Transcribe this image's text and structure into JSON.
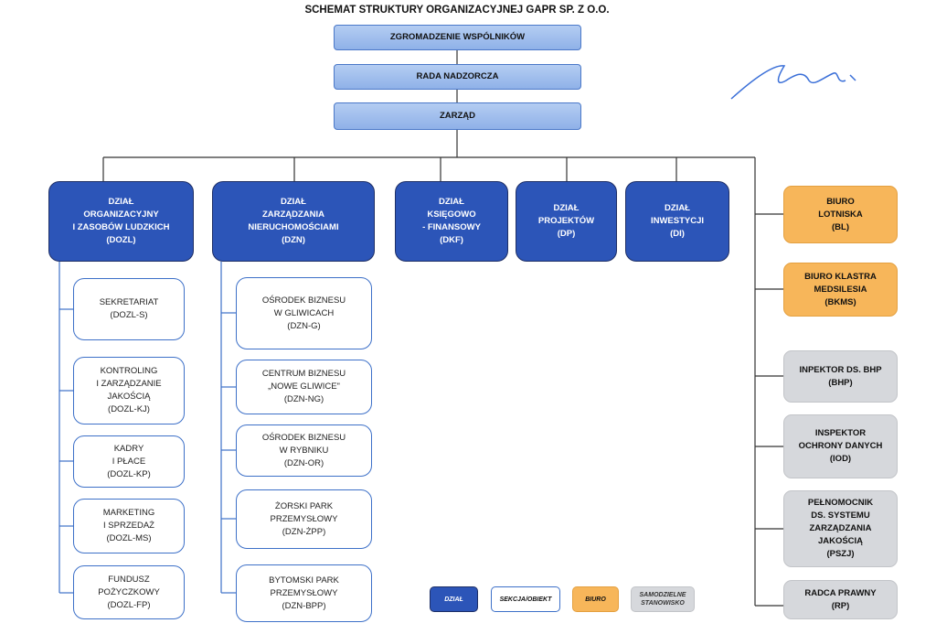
{
  "title": "SCHEMAT STRUKTURY ORGANIZACYJNEJ GAPR SP. Z O.O.",
  "top": [
    "ZGROMADZENIE WSPÓLNIKÓW",
    "RADA NADZORCZA",
    "ZARZĄD"
  ],
  "dzialy": [
    "DZIAŁ\nORGANIZACYJNY\nI ZASOBÓW LUDZKICH\n(DOZL)",
    "DZIAŁ\nZARZĄDZANIA\nNIERUCHOMOŚCIAMI\n(DZN)",
    "DZIAŁ\nKSIĘGOWO\n- FINANSOWY\n(DKF)",
    "DZIAŁ\nPROJEKTÓW\n(DP)",
    "DZIAŁ\nINWESTYCJI\n(DI)"
  ],
  "dozl_sekcje": [
    "SEKRETARIAT\n(DOZL-S)",
    "KONTROLING\nI ZARZĄDZANIE\nJAKOŚCIĄ\n(DOZL-KJ)",
    "KADRY\nI PŁACE\n(DOZL-KP)",
    "MARKETING\nI SPRZEDAŻ\n(DOZL-MS)",
    "FUNDUSZ\nPOŻYCZKOWY\n(DOZL-FP)"
  ],
  "dzn_sekcje": [
    "OŚRODEK BIZNESU\nW GLIWICACH\n(DZN-G)",
    "CENTRUM BIZNESU\n„NOWE GLIWICE\"\n(DZN-NG)",
    "OŚRODEK BIZNESU\nW RYBNIKU\n(DZN-OR)",
    "ŻORSKI PARK\nPRZEMYSŁOWY\n(DZN-ŻPP)",
    "BYTOMSKI PARK\nPRZEMYSŁOWY\n(DZN-BPP)"
  ],
  "biura": [
    "BIURO\nLOTNISKA\n(BL)",
    "BIURO KLASTRA\nMEDSILESIA\n(BKMS)"
  ],
  "stanowiska": [
    "INPEKTOR DS. BHP\n(BHP)",
    "INSPEKTOR\nOCHRONY DANYCH\n(IOD)",
    "PEŁNOMOCNIK\nDS. SYSTEMU\nZARZĄDZANIA\nJAKOŚCIĄ\n(PSZJ)",
    "RADCA PRAWNY\n(RP)"
  ],
  "legend": [
    "DZIAŁ",
    "SEKCJA/OBIEKT",
    "BIURO",
    "SAMODZIELNE\nSTANOWISKO"
  ],
  "colors": {
    "dzial": "#2c55b8",
    "sekcja_border": "#3d70c8",
    "biuro": "#f7b65a",
    "stanowisko": "#d6d8dc",
    "top": "#9dbbea"
  }
}
